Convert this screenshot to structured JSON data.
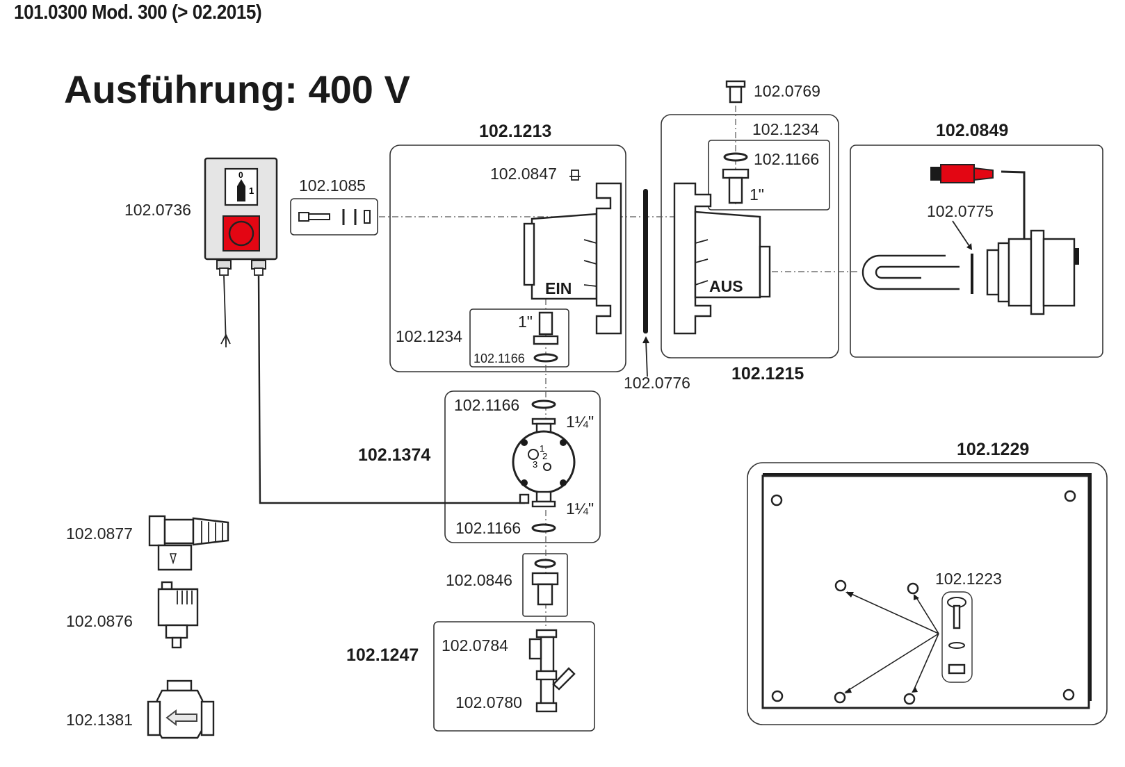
{
  "header": "101.0300 Mod. 300 (> 02.2015)",
  "title": "Ausführung: 400 V",
  "groups": {
    "heater_in": "102.1213",
    "heater_out": "102.1215",
    "element": "102.0849",
    "pump": "102.1374",
    "strainer": "102.1247",
    "panel": "102.1229"
  },
  "parts": {
    "switchbox": "102.0736",
    "bolt_kit": "102.1085",
    "sensor": "102.0847",
    "nipple_in": "102.1234",
    "seal_in": "102.1166",
    "gasket": "102.0776",
    "plug_top": "102.0769",
    "nipple_out": "102.1234",
    "seal_out": "102.1166",
    "o_ring": "102.0775",
    "seal_pump_top": "102.1166",
    "seal_pump_bottom": "102.1166",
    "union": "102.0846",
    "tee": "102.0784",
    "strainer_body": "102.0780",
    "valve_pressure": "102.0877",
    "valve_air": "102.0876",
    "valve_check": "102.1381",
    "screw_set": "102.1223"
  },
  "markers": {
    "in": "EIN",
    "out": "AUS",
    "thread_1_in": "1\"",
    "thread_1_out": "1\"",
    "thread_pump_top": "1¼\"",
    "thread_pump_bottom": "1¼\"",
    "switch_0": "0",
    "switch_1": "1",
    "pump_speed_1": "1",
    "pump_speed_2": "2",
    "pump_speed_3": "3"
  },
  "colors": {
    "accent": "#e30613",
    "line": "#222222"
  }
}
